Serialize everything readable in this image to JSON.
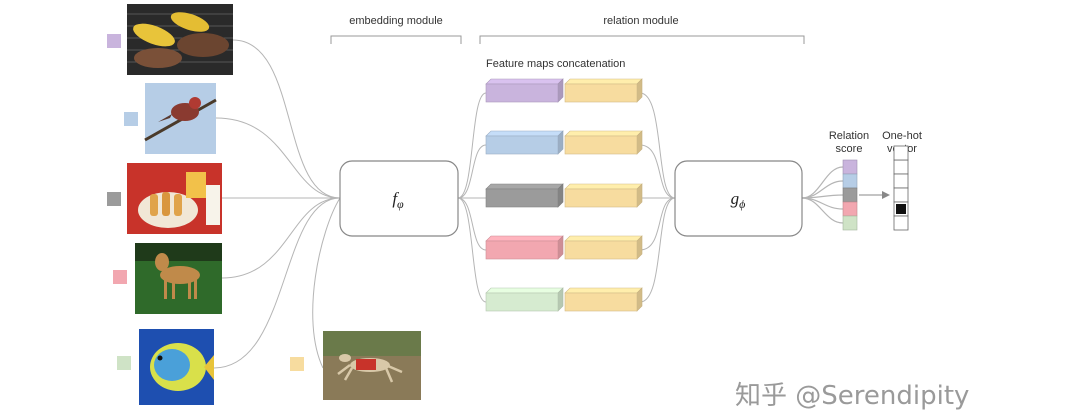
{
  "headers": {
    "embedding_module": "embedding module",
    "relation_module": "relation module",
    "feature_maps": "Feature maps concatenation",
    "relation_score": [
      "Relation",
      "score"
    ],
    "one_hot": [
      "One-hot",
      "vector"
    ]
  },
  "modules": {
    "embedding": {
      "base": "f",
      "sub": "φ"
    },
    "relation": {
      "base": "g",
      "sub": "ϕ"
    }
  },
  "support_images": [
    {
      "name": "corn-meat-grill",
      "label_color": "#c9b4dd"
    },
    {
      "name": "bird-on-branch",
      "label_color": "#b6cde6"
    },
    {
      "name": "food-plate",
      "label_color": "#9b9b9b"
    },
    {
      "name": "dog",
      "label_color": "#f2a7b0"
    },
    {
      "name": "fish",
      "label_color": "#cfe3c6"
    }
  ],
  "query_image": {
    "name": "running-dog",
    "label_color": "#f7dc9f"
  },
  "concat_pairs": [
    {
      "support_color": "#c9b4dd",
      "query_color": "#f7dc9f"
    },
    {
      "support_color": "#b6cde6",
      "query_color": "#f7dc9f"
    },
    {
      "support_color": "#9b9b9b",
      "query_color": "#f7dc9f"
    },
    {
      "support_color": "#f2a7b0",
      "query_color": "#f7dc9f"
    },
    {
      "support_color": "#d6ebd0",
      "query_color": "#f7dc9f"
    }
  ],
  "scores": [
    "#c9b4dd",
    "#b6cde6",
    "#9b9b9b",
    "#f2a7b0",
    "#cfe3c6"
  ],
  "one_hot_values": [
    0,
    0,
    0,
    1,
    0
  ],
  "watermark": "知乎 @Serendipity"
}
